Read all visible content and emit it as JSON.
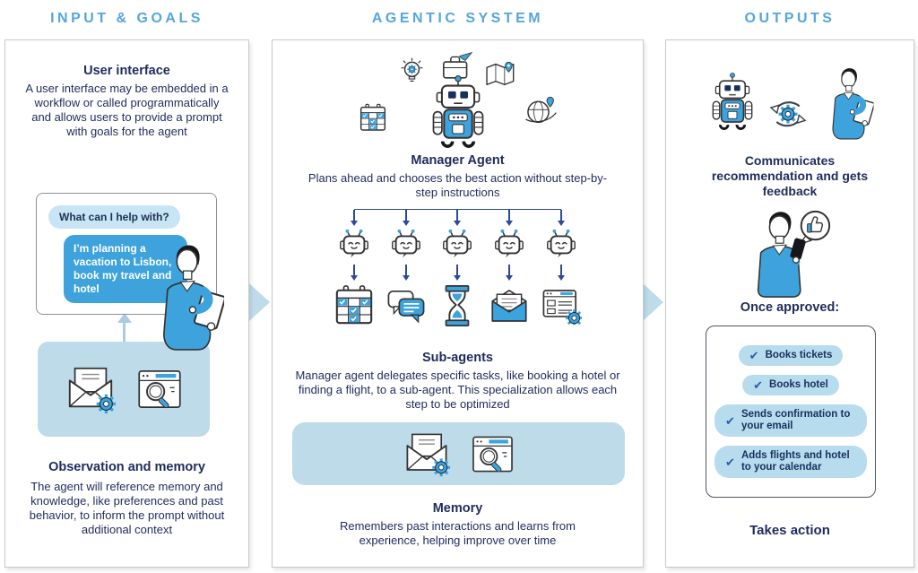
{
  "columns": {
    "input": {
      "header": "INPUT & GOALS",
      "user_interface": {
        "title": "User interface",
        "description": "A user interface may be embedded in a workflow or called programmatically and allows users to provide a prompt with goals for the agent"
      },
      "chat": {
        "bot_message": "What can I help with?",
        "user_message": "I’m planning a vacation to Lisbon, book my travel and hotel"
      },
      "observation": {
        "title": "Observation and memory",
        "description": "The agent will reference memory and knowledge, like preferences and past behavior, to inform the prompt without additional context"
      }
    },
    "agentic": {
      "header": "AGENTIC SYSTEM",
      "manager": {
        "title": "Manager Agent",
        "description": "Plans ahead and chooses the best action without step-by-step instructions"
      },
      "subagents": {
        "title": "Sub-agents",
        "description": "Manager agent delegates specific tasks, like booking a hotel or finding a flight, to a sub-agent. This specialization allows each step to be optimized",
        "task_icons": [
          "calendar-check",
          "chat-bubbles",
          "hourglass",
          "open-mail",
          "document-gear"
        ]
      },
      "memory": {
        "title": "Memory",
        "description": "Remembers past interactions and learns from experience, helping improve over time"
      }
    },
    "outputs": {
      "header": "OUTPUTS",
      "communicates": {
        "title": "Communicates recommendation and gets feedback"
      },
      "approved": {
        "title": "Once approved:",
        "items": [
          "Books tickets",
          "Books hotel",
          "Sends confirmation to your email",
          "Adds flights and hotel to your calendar"
        ]
      },
      "takes_action": "Takes action"
    }
  },
  "icons": {
    "check": "✔"
  },
  "colors": {
    "header_blue": "#55A6DD",
    "navy_text": "#1F2B5B",
    "bright_blue": "#3EA3DC",
    "light_blue_box": "#BEDBEA",
    "bubble_light": "#C7E5F4",
    "pill_blue": "#B7DCEE",
    "tree_arrow": "#2B4A9B"
  }
}
